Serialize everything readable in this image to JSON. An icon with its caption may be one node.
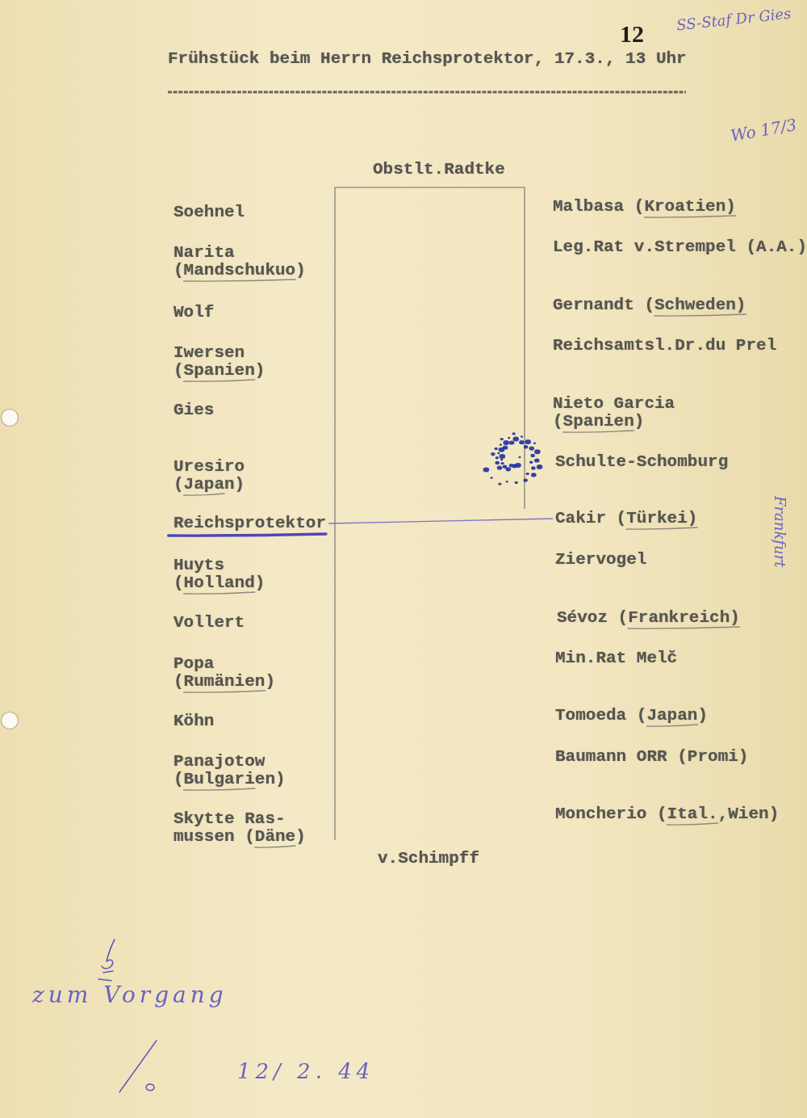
{
  "diagram": {
    "title": "Frühstück beim Herrn Reichsprotektor, 17.3., 13 Uhr",
    "nodes": [
      {
        "text": [
          "Reichsprotektor"
        ]
      },
      {
        "text": [
          "Cakir (Türkei)"
        ]
      }
    ],
    "edges": [
      {
        "from": 0,
        "to": 1,
        "arrow": "none"
      }
    ],
    "labels": [
      "12",
      "SS-Staf Dr Gies",
      "Wo 17/3",
      "Obstlt.Radtke",
      "Soehnel",
      "Narita (Mandschukuo)",
      "Wolf",
      "Iwersen (Spanien)",
      "Gies",
      "Uresiro (Japan)",
      "Huyts (Holland)",
      "Vollert",
      "Popa (Rumänien)",
      "Köhn",
      "Panajotow (Bulgarien)",
      "Skytte Ras- mussen (Däne)",
      "Malbasa (Kroatien)",
      "Leg.Rat v.Strempel (A.A.)",
      "Gernandt (Schweden)",
      "Reichsamtsl.Dr.du Prel",
      "Nieto Garcia (Spanien)",
      "Schulte-Schomburg",
      "Ziervogel",
      "Sévoz (Frankreich)",
      "Min.Rat Melč",
      "Tomoeda (Japan)",
      "Baumann ORR (Promi)",
      "Moncherio (Ital.,Wien)",
      "Frankfurt",
      "v.Schimpff",
      "zum Vorgang",
      "12/ 2. 44"
    ]
  }
}
